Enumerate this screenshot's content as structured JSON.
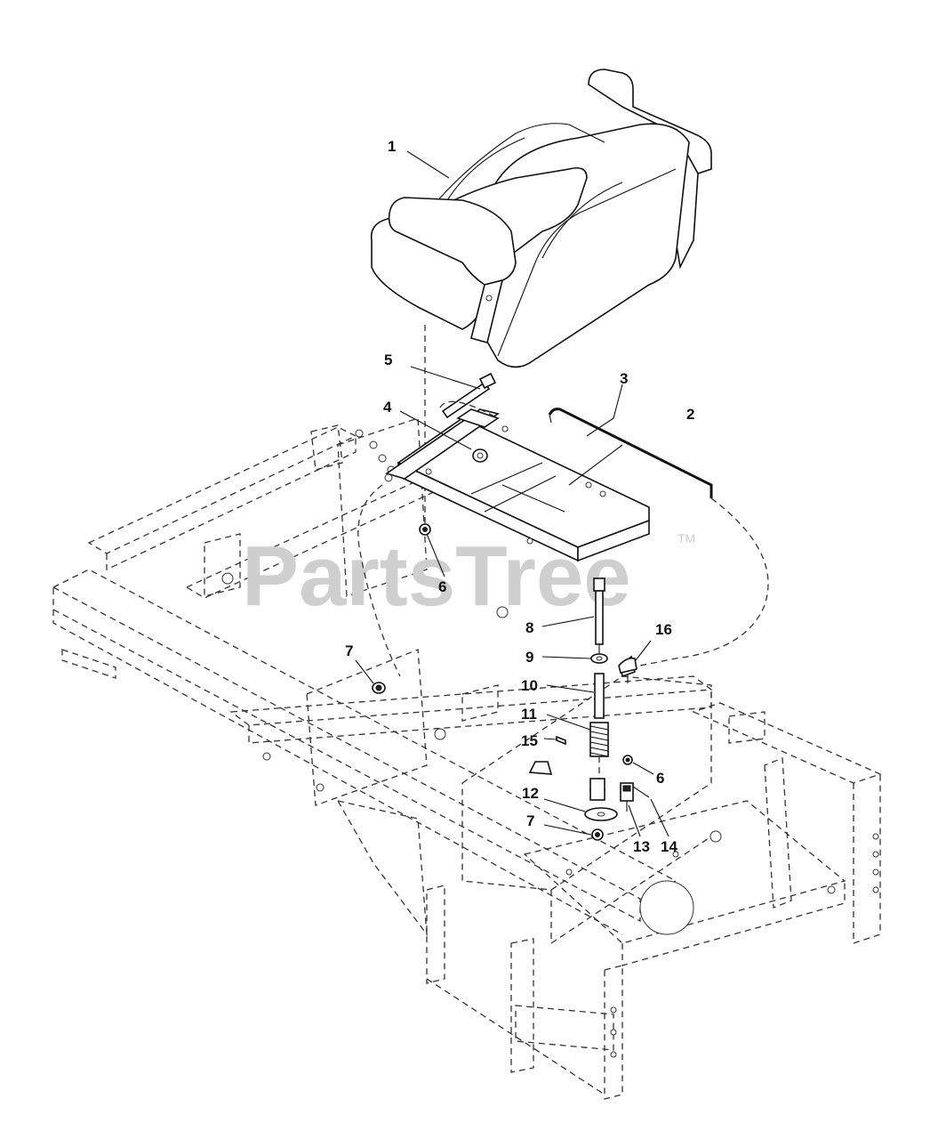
{
  "watermark": {
    "text": "PartsTree",
    "trademark": "TM"
  },
  "callouts": [
    {
      "id": "c1",
      "label": "1"
    },
    {
      "id": "c2",
      "label": "2"
    },
    {
      "id": "c3",
      "label": "3"
    },
    {
      "id": "c4",
      "label": "4"
    },
    {
      "id": "c5",
      "label": "5"
    },
    {
      "id": "c6a",
      "label": "6"
    },
    {
      "id": "c6b",
      "label": "6"
    },
    {
      "id": "c7a",
      "label": "7"
    },
    {
      "id": "c7b",
      "label": "7"
    },
    {
      "id": "c8",
      "label": "8"
    },
    {
      "id": "c9",
      "label": "9"
    },
    {
      "id": "c10",
      "label": "10"
    },
    {
      "id": "c11",
      "label": "11"
    },
    {
      "id": "c12",
      "label": "12"
    },
    {
      "id": "c13",
      "label": "13"
    },
    {
      "id": "c14",
      "label": "14"
    },
    {
      "id": "c15",
      "label": "15"
    },
    {
      "id": "c16",
      "label": "16"
    }
  ]
}
